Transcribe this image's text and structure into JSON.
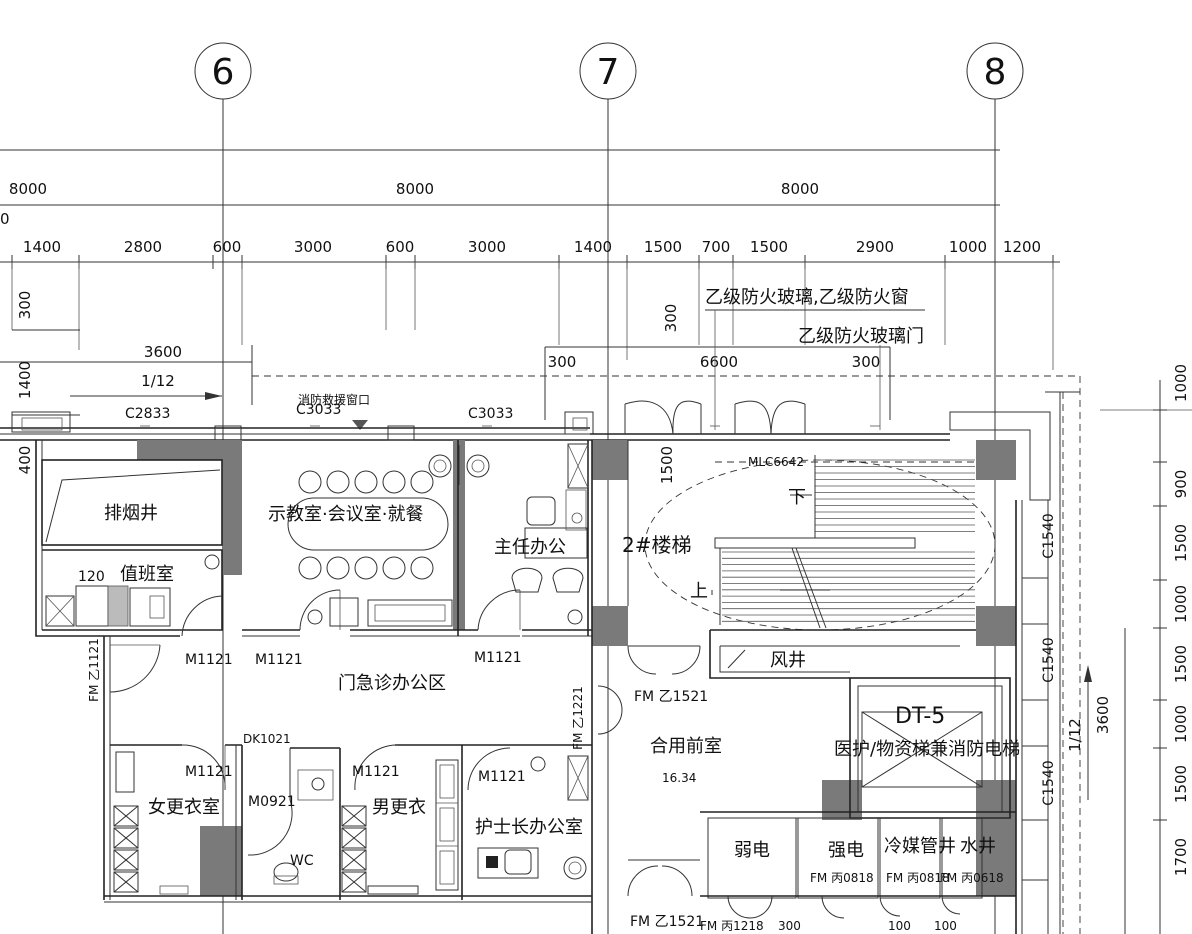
{
  "grid": {
    "axis_6": "6",
    "axis_7": "7",
    "axis_8": "8"
  },
  "dims": {
    "top_spans": [
      "8000",
      "8000",
      "8000"
    ],
    "top_left_partial": "0",
    "sub": [
      "1400",
      "2800",
      "600",
      "3000",
      "600",
      "3000",
      "1400",
      "1500",
      "700",
      "1500",
      "2900",
      "1000",
      "1200"
    ],
    "dim_3600": "3600",
    "dim_1_12": "1/12",
    "dim_300_a": "300",
    "dim_300_b": "300",
    "dim_300_v": "300",
    "dim_6600": "6600",
    "dim_300_c": "300",
    "dim_1400_v": "1400",
    "dim_400_v": "400",
    "dim_1500_v": "1500",
    "right_vertical": [
      "1000",
      "900",
      "1500",
      "1000",
      "1500",
      "1000",
      "1500",
      "1700"
    ],
    "right_3600": "3600",
    "right_1_12": "1/12"
  },
  "notes": {
    "fire_glass_window": "乙级防火玻璃,乙级防火窗",
    "fire_glass_door": "乙级防火玻璃门",
    "rescue_window": "消防救援窗口"
  },
  "windows": {
    "c2833": "C2833",
    "c3033_a": "C3033",
    "c3033_b": "C3033",
    "c1540_a": "C1540",
    "c1540_b": "C1540",
    "c1540_c": "C1540"
  },
  "doors": {
    "mlc6642": "MLC6642",
    "m1121_a": "M1121",
    "m1121_b": "M1121",
    "m1121_c": "M1121",
    "m1121_d": "M1121",
    "m1121_e": "M1121",
    "m1121_f": "M1121",
    "m0921": "M0921",
    "dk1021": "DK1021",
    "fm_1121": "FM 乙1121",
    "fm_1221": "FM 乙1221",
    "fm_1521_a": "FM 乙1521",
    "fm_1521_b": "FM 乙1521",
    "fm_0818": "FM 丙0818",
    "fm_0818_b": "FM 丙0818",
    "fm_0618": "FM 丙0618",
    "bottom_a": "FM 丙1218",
    "bottom_b": "300",
    "bottom_c": "100",
    "bottom_d": "100"
  },
  "rooms": {
    "smoke_shaft": "排烟井",
    "duty_room": "值班室",
    "num_120": "120",
    "teaching_room": "示教室·会议室·就餐",
    "director_office": "主任办公",
    "stair_2": "2#楼梯",
    "down": "下",
    "up": "上",
    "air_shaft": "风井",
    "emergency_area": "门急诊办公区",
    "shared_lobby": "合用前室",
    "lobby_area": "16.34",
    "elevator_id": "DT-5",
    "elevator_name": "医护/物资梯兼消防电梯",
    "women_locker": "女更衣室",
    "men_locker": "男更衣",
    "wc": "WC",
    "head_nurse": "护士长办公室",
    "weak_elec": "弱电",
    "strong_elec": "强电",
    "refrigerant_shaft": "冷媒管井",
    "water_shaft": "水井"
  }
}
